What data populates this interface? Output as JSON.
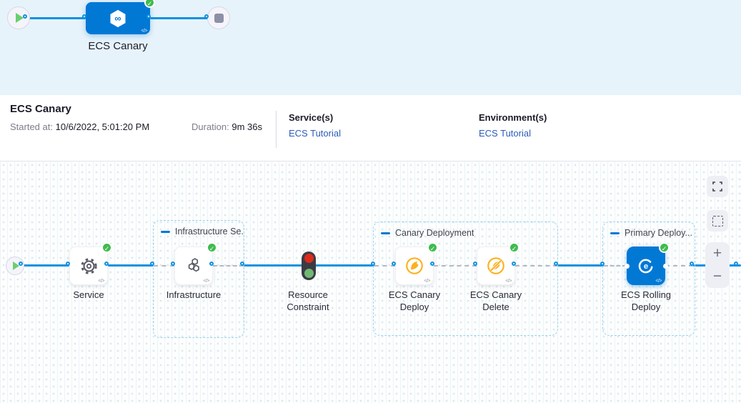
{
  "top": {
    "stage_label": "ECS Canary"
  },
  "header": {
    "title": "ECS Canary",
    "started_label": "Started at:",
    "started_value": "10/6/2022, 5:01:20 PM",
    "duration_label": "Duration:",
    "duration_value": "9m 36s",
    "services_label": "Service(s)",
    "services_link": "ECS Tutorial",
    "environments_label": "Environment(s)",
    "environments_link": "ECS Tutorial"
  },
  "canvas": {
    "groups": [
      {
        "label": "Infrastructure Se..."
      },
      {
        "label": "Canary Deployment"
      },
      {
        "label": "Primary Deploy..."
      }
    ],
    "nodes": [
      {
        "label": "Service"
      },
      {
        "label": "Infrastructure"
      },
      {
        "label": "Resource Constraint"
      },
      {
        "label": "ECS Canary Deploy"
      },
      {
        "label": "ECS Canary Delete"
      },
      {
        "label": "ECS Rolling Deploy"
      }
    ],
    "controls": {
      "zoom_in": "+",
      "zoom_out": "−"
    }
  },
  "glyphs": {
    "check": "✓",
    "code": "</>"
  },
  "colors": {
    "accent_blue": "#0278d5",
    "line_blue": "#0b92e1",
    "success_green": "#3fbb4e",
    "canary_amber": "#fcb11e",
    "link_blue": "#2c5cb8",
    "strip_bg": "#e7f3fb",
    "signal_red": "#dc2b1c",
    "signal_green": "#71b872"
  }
}
